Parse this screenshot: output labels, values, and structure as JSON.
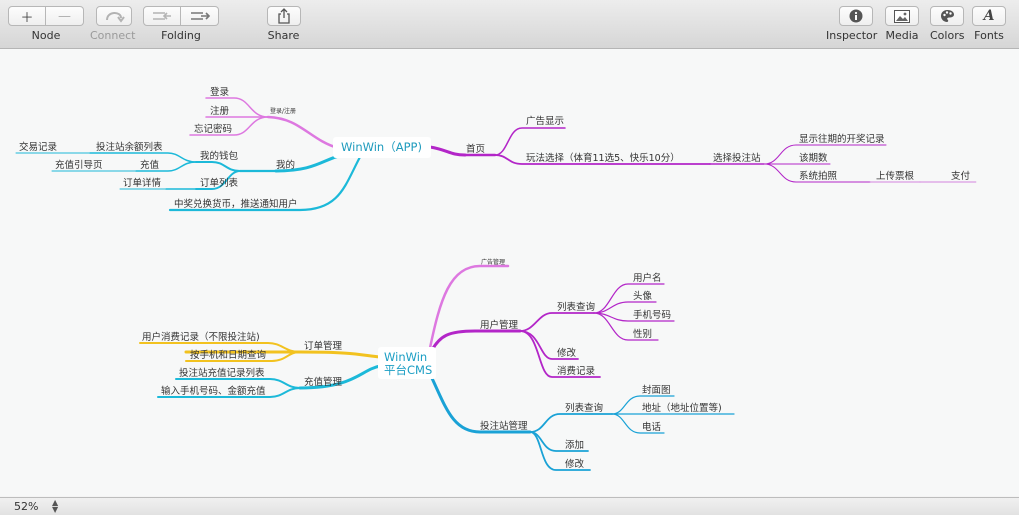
{
  "toolbar": {
    "node": {
      "label": "Node"
    },
    "connect": {
      "label": "Connect"
    },
    "folding": {
      "label": "Folding"
    },
    "share": {
      "label": "Share"
    },
    "inspector": {
      "label": "Inspector"
    },
    "media": {
      "label": "Media"
    },
    "colors": {
      "label": "Colors"
    },
    "fonts": {
      "label": "Fonts"
    }
  },
  "map1": {
    "root": "WinWin（APP)",
    "login_group": "登录/注册",
    "login": "登录",
    "register": "注册",
    "forgot": "忘记密码",
    "mine": "我的",
    "wallet": "我的钱包",
    "balance_list": "投注站余额列表",
    "transactions": "交易记录",
    "recharge": "充值",
    "recharge_guide": "充值引导页",
    "orders": "订单列表",
    "order_detail": "订单详情",
    "prize_notice": "中奖兑换货币，推送通知用户",
    "home": "首页",
    "ad_display": "广告显示",
    "game_select": "玩法选择（体育11选5、快乐10分）",
    "select_station": "选择投注站",
    "history": "显示往期的开奖记录",
    "issue": "该期数",
    "photo": "系统拍照",
    "upload": "上传票根",
    "pay": "支付"
  },
  "map2": {
    "root_line1": "WinWin",
    "root_line2": "平台CMS",
    "ad_mgmt": "广告管理",
    "user_mgmt": "用户管理",
    "list_query": "列表查询",
    "username": "用户名",
    "avatar": "头像",
    "phone_number": "手机号码",
    "gender": "性别",
    "modify": "修改",
    "consumption": "消费记录",
    "order_mgmt": "订单管理",
    "user_consumption": "用户消费记录（不限投注站)",
    "query_by_phone": "按手机和日期查询",
    "recharge_mgmt": "充值管理",
    "station_recharge": "投注站充值记录列表",
    "input_phone": "输入手机号码、金额充值",
    "station_mgmt": "投注站管理",
    "station_list_query": "列表查询",
    "cover": "封面图",
    "address": "地址（地址位置等)",
    "phone": "电话",
    "add": "添加",
    "station_modify": "修改"
  },
  "status": {
    "zoom": "52%"
  },
  "colors": {
    "app_root": "#2aa6c8",
    "cms_root": "#1b9ec4",
    "purple": "#b326c8",
    "pink": "#dd78e0",
    "cyan": "#1cb9d9",
    "yellow": "#f2c21f",
    "blue": "#1aa2d6"
  }
}
